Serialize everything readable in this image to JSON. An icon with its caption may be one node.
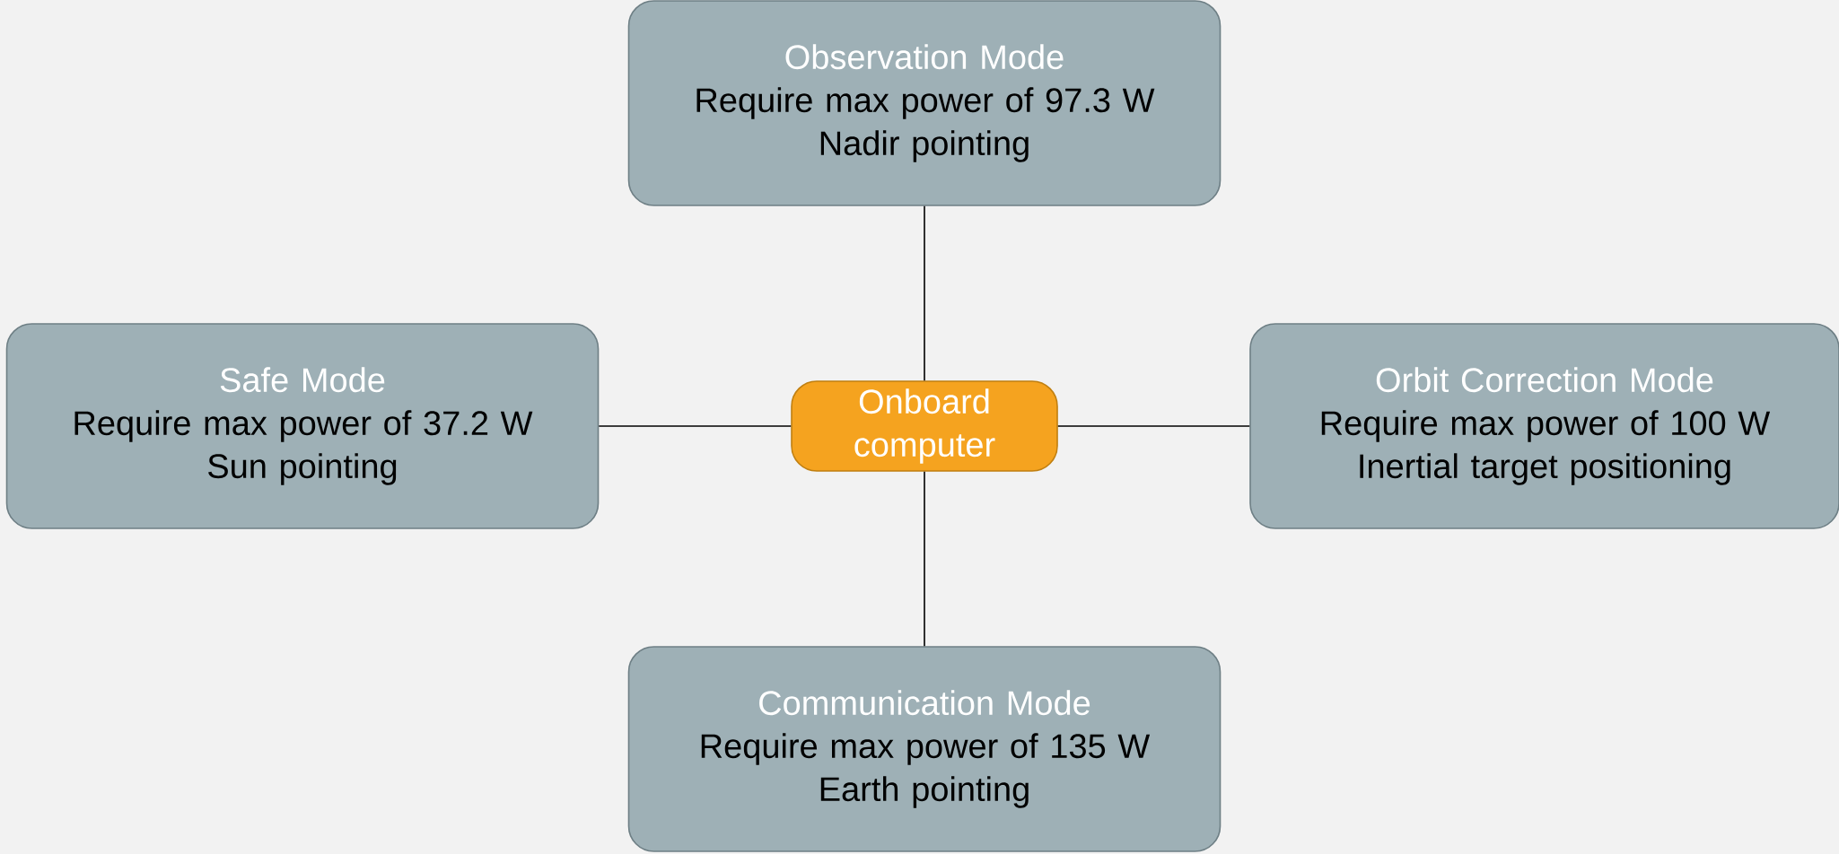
{
  "diagram": {
    "nodes": [
      {
        "text": [
          "Observation Mode",
          "Require max power of 97.3 W",
          "Nadir pointing"
        ]
      },
      {
        "text": [
          "Safe Mode",
          "Require max power of 37.2 W",
          "Sun pointing"
        ]
      },
      {
        "text": [
          "Onboard computer"
        ]
      },
      {
        "text": [
          "Orbit Correction Mode",
          "Require max power of 100 W",
          "Inertial target positioning"
        ]
      },
      {
        "text": [
          "Communication Mode",
          "Require max power of 135 W",
          "Earth pointing"
        ]
      }
    ],
    "edges": [
      {
        "from": 2,
        "to": 0,
        "arrow": "none"
      },
      {
        "from": 2,
        "to": 1,
        "arrow": "none"
      },
      {
        "from": 2,
        "to": 3,
        "arrow": "none"
      },
      {
        "from": 2,
        "to": 4,
        "arrow": "none"
      }
    ]
  }
}
